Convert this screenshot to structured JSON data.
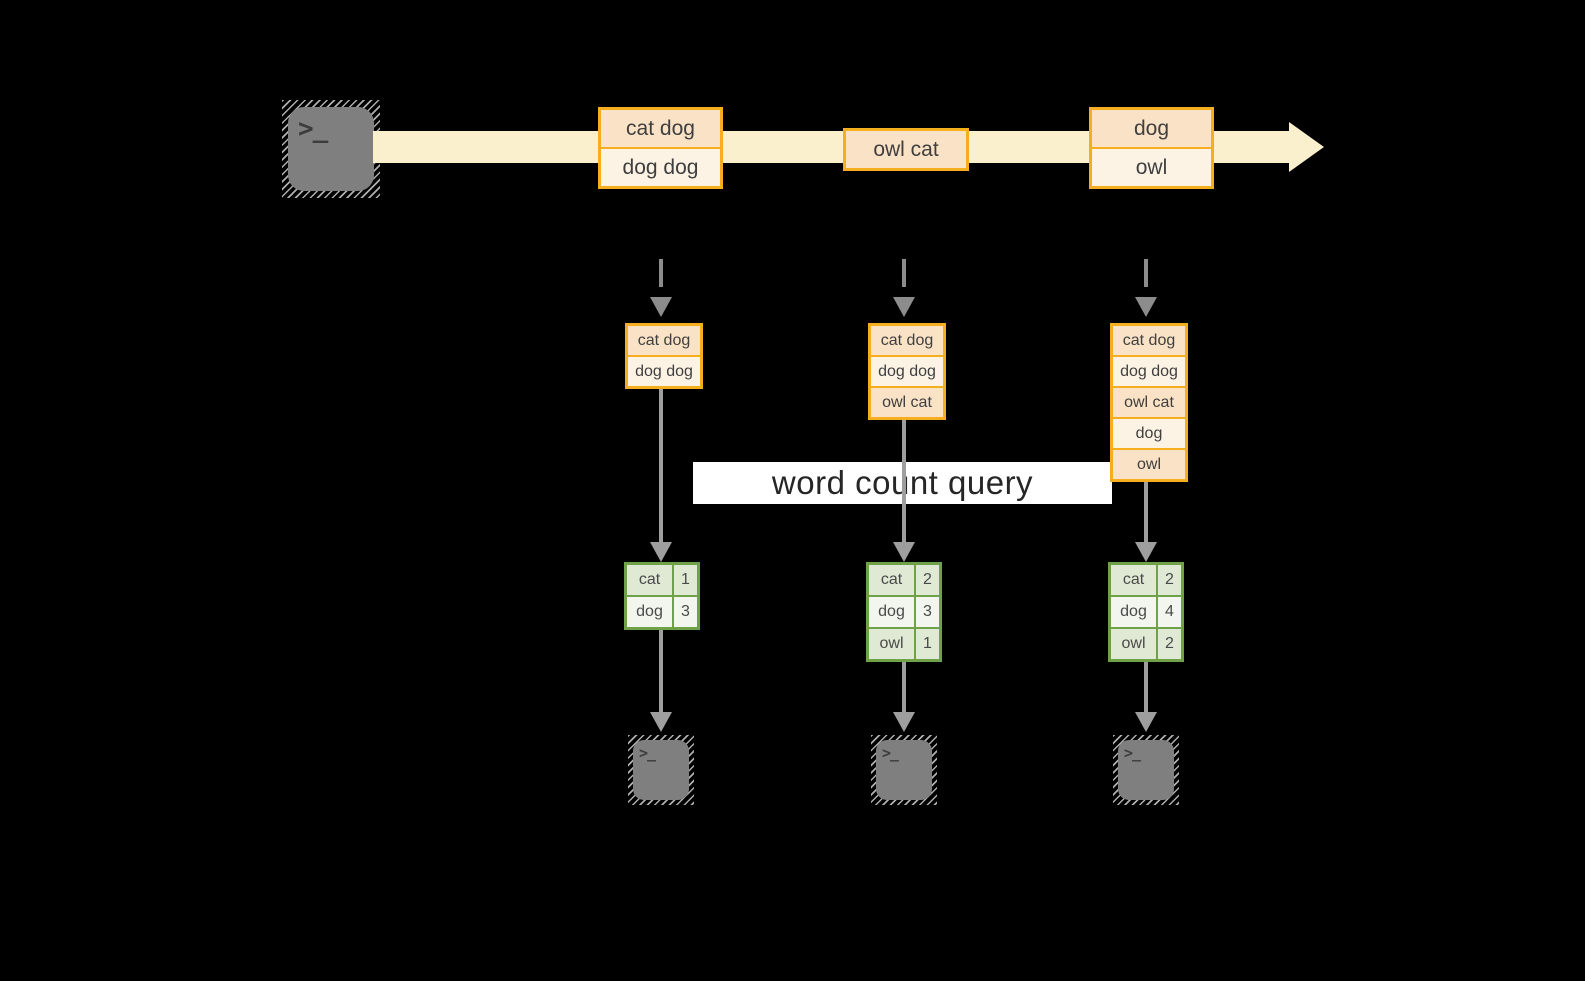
{
  "banner": {
    "label": "word count query"
  },
  "icons": {
    "terminal_glyph": ">_"
  },
  "stream": {
    "batches": [
      {
        "lines": [
          "cat dog",
          "dog dog"
        ]
      },
      {
        "lines": [
          "owl cat"
        ]
      },
      {
        "lines": [
          "dog",
          "owl"
        ]
      }
    ]
  },
  "input_tables": [
    {
      "rows": [
        "cat dog",
        "dog dog"
      ]
    },
    {
      "rows": [
        "cat dog",
        "dog dog",
        "owl cat"
      ]
    },
    {
      "rows": [
        "cat dog",
        "dog dog",
        "owl cat",
        "dog",
        "owl"
      ]
    }
  ],
  "result_tables": [
    {
      "rows": [
        {
          "word": "cat",
          "count": "1"
        },
        {
          "word": "dog",
          "count": "3"
        }
      ]
    },
    {
      "rows": [
        {
          "word": "cat",
          "count": "2"
        },
        {
          "word": "dog",
          "count": "3"
        },
        {
          "word": "owl",
          "count": "1"
        }
      ]
    },
    {
      "rows": [
        {
          "word": "cat",
          "count": "2"
        },
        {
          "word": "dog",
          "count": "4"
        },
        {
          "word": "owl",
          "count": "2"
        }
      ]
    }
  ],
  "colors": {
    "background": "#000000",
    "stream_band": "#FAF0CE",
    "amber_border": "#F5AE1D",
    "cell_peach": "#FAE2C6",
    "cell_cream": "#FDF3E5",
    "green_border": "#6FA149",
    "green_cell": "#DFE9D4",
    "green_cell_light": "#F2F6EE",
    "arrow_dashed_gray": "#8C8C8C",
    "arrow_solid_gray": "#9E9E9E",
    "terminal_gray": "#7F7F7F",
    "banner_bg": "#FFFFFF",
    "text": "#3F3F3F"
  }
}
